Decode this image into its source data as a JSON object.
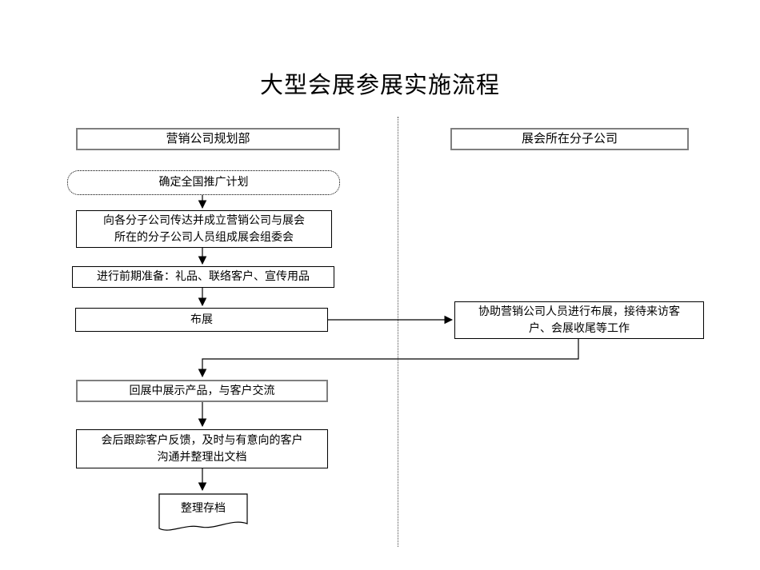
{
  "title": "大型会展参展实施流程",
  "lanes": {
    "left_header": "营销公司规划部",
    "right_header": "展会所在分子公司"
  },
  "nodes": {
    "start": "确定全国推广计划",
    "inform": "向各分子公司传达并成立营销公司与展会所在的分子公司人员组成展会组委会",
    "prepare": "进行前期准备：礼品、联络客户、宣传用品",
    "setup": "布展",
    "assist": "协助营销公司人员进行布展，接待来访客户、会展收尾等工作",
    "display": "回展中展示产品，与客户交流",
    "follow": "会后跟踪客户反馈，及时与有意向的客户沟通并整理出文档",
    "archive": "整理存档"
  },
  "edges": [
    {
      "from": "start",
      "to": "inform"
    },
    {
      "from": "inform",
      "to": "prepare"
    },
    {
      "from": "prepare",
      "to": "setup"
    },
    {
      "from": "setup",
      "to": "assist"
    },
    {
      "from": "assist",
      "to": "display"
    },
    {
      "from": "display",
      "to": "follow"
    },
    {
      "from": "follow",
      "to": "archive"
    }
  ],
  "colors": {
    "line": "#000000",
    "gray_border": "#7f7f7f",
    "background": "#ffffff"
  }
}
